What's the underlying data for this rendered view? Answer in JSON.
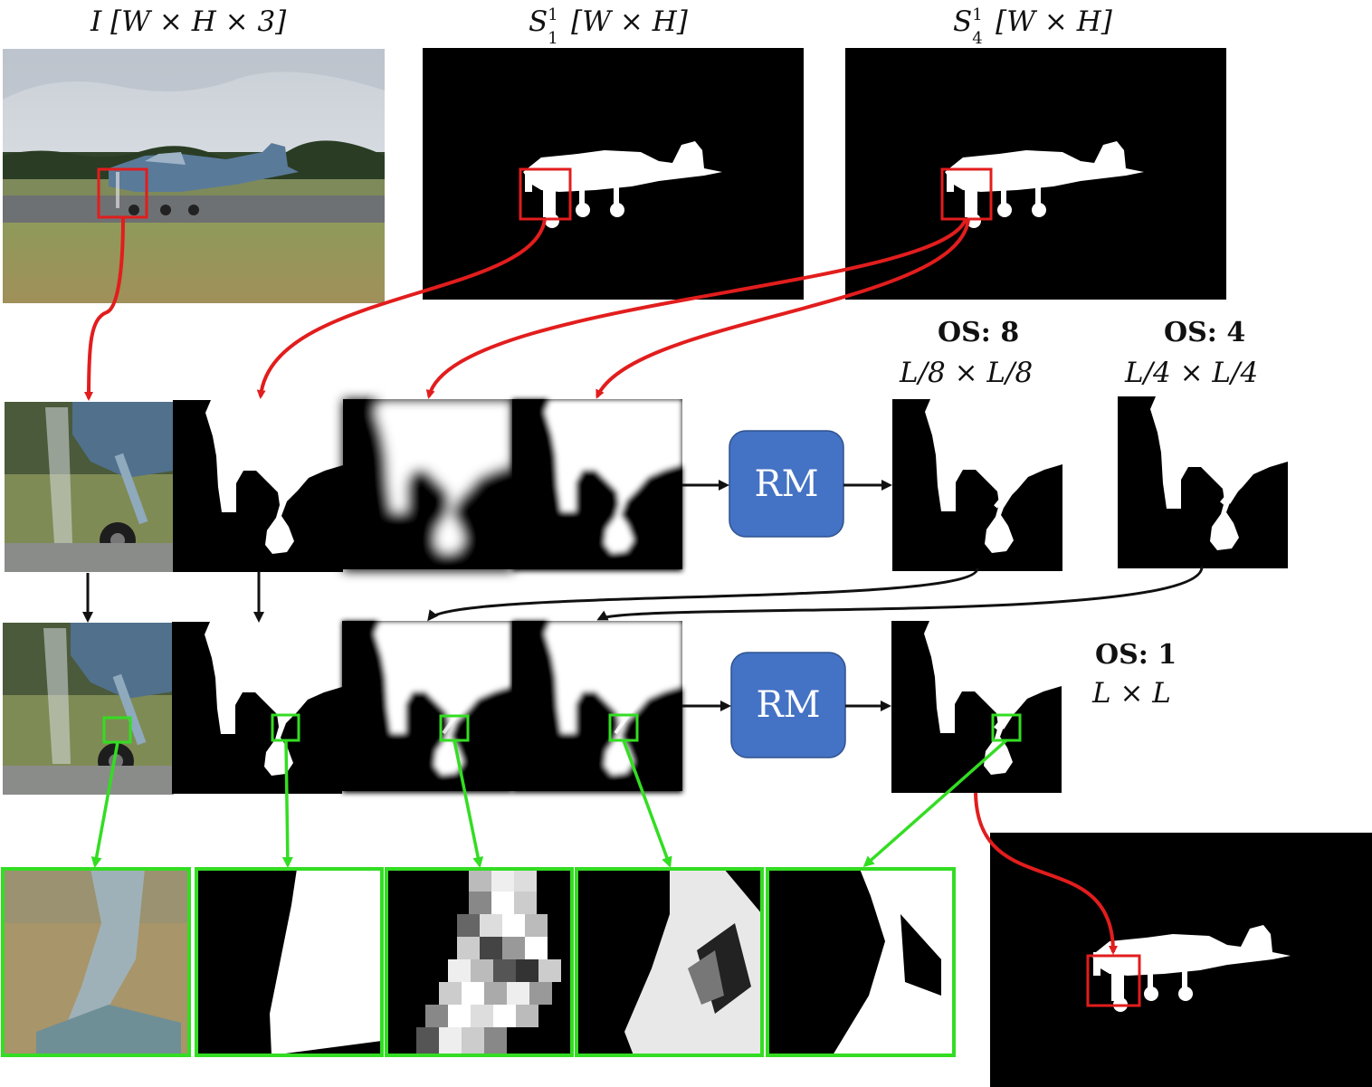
{
  "labels": {
    "input": "I [W × H × 3]",
    "s1": "S",
    "s1_sub": "1",
    "s1_sup": "1",
    "s1_dim": "[W × H]",
    "s4": "S",
    "s4_sub": "4",
    "s4_sup": "1",
    "s4_dim": "[W × H]",
    "os8_title": "OS: 8",
    "os8_dim": "L/8 × L/8",
    "os4_title": "OS: 4",
    "os4_dim": "L/4 × L/4",
    "os1_title": "OS: 1",
    "os1_dim": "L × L",
    "rm_top": "RM",
    "rm_bottom": "RM"
  },
  "colors": {
    "red_arrow": "#e21d1d",
    "green_arrow": "#33dd22",
    "black_arrow": "#111111",
    "rm_fill": "#4472c4",
    "rm_border": "#2f528f",
    "rm_text": "#ffffff",
    "mask_bg": "#000000",
    "mask_fg": "#ffffff"
  }
}
